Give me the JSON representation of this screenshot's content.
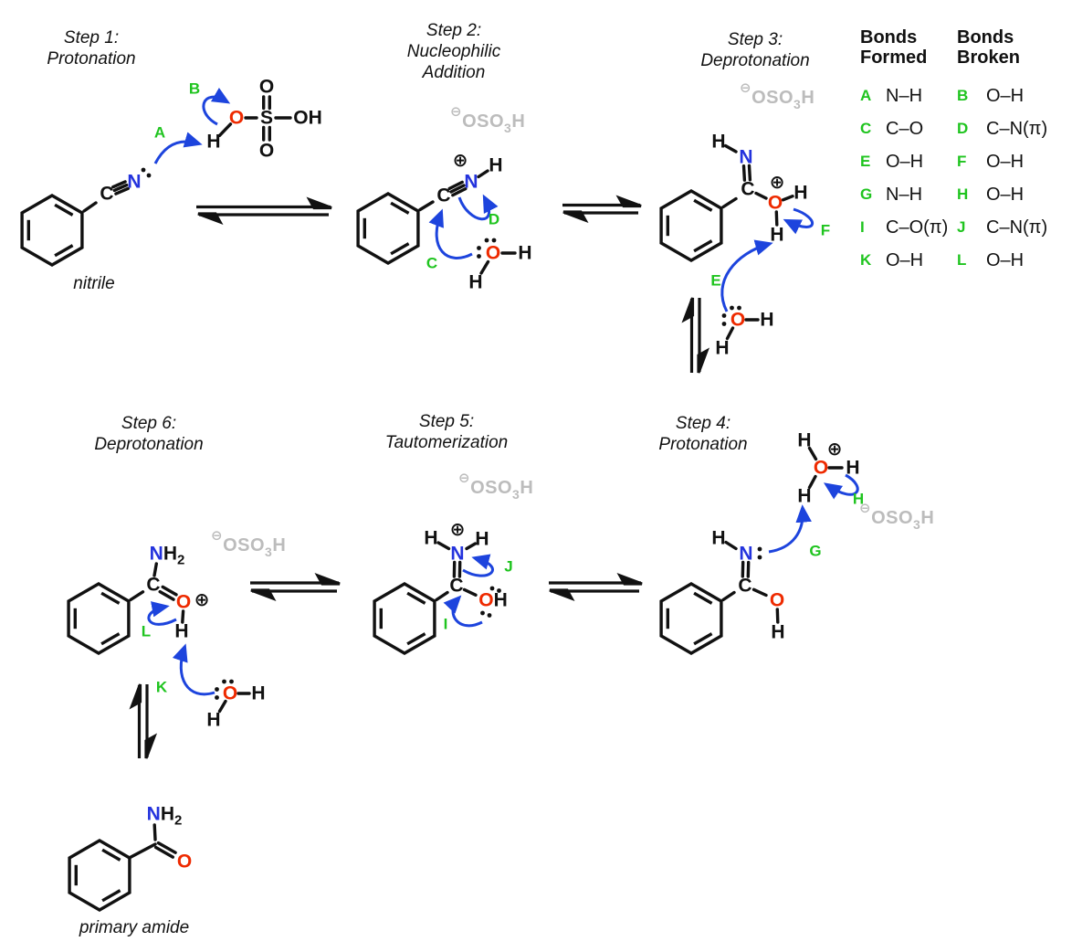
{
  "palette": {
    "black": "#111111",
    "arrow_blue": "#1d44dd",
    "nitrogen_blue": "#2433dd",
    "oxygen_red": "#ee2a00",
    "label_green": "#1fc41f",
    "counterion_gray": "#bcbcbc"
  },
  "steps": [
    {
      "lines": [
        "Step 1:",
        "Protonation"
      ]
    },
    {
      "lines": [
        "Step 2:",
        "Nucleophilic",
        "Addition"
      ]
    },
    {
      "lines": [
        "Step 3:",
        "Deprotonation"
      ]
    },
    {
      "lines": [
        "Step 4:",
        "Protonation"
      ]
    },
    {
      "lines": [
        "Step 5:",
        "Tautomerization"
      ]
    },
    {
      "lines": [
        "Step 6:",
        "Deprotonation"
      ]
    }
  ],
  "captions": {
    "nitrile": "nitrile",
    "primary_amide": "primary amide"
  },
  "atoms": {
    "C": "C",
    "N": "N",
    "O": "O",
    "S": "S",
    "H": "H",
    "OH": "OH",
    "sub2": "2"
  },
  "charges": {
    "plus": "⊕",
    "minus": "⊖"
  },
  "counterion": {
    "charge": "⊖",
    "part1": "OSO",
    "sub": "3",
    "part2": "H"
  },
  "arrow_labels": {
    "A": "A",
    "B": "B",
    "C": "C",
    "D": "D",
    "E": "E",
    "F": "F",
    "G": "G",
    "H": "H",
    "I": "I",
    "J": "J",
    "K": "K",
    "L": "L"
  },
  "table": {
    "headers": {
      "formed": [
        "Bonds",
        "Formed"
      ],
      "broken": [
        "Bonds",
        "Broken"
      ]
    },
    "rows": [
      {
        "formed_label": "A",
        "formed_bond": "N–H",
        "broken_label": "B",
        "broken_bond": "O–H"
      },
      {
        "formed_label": "C",
        "formed_bond": "C–O",
        "broken_label": "D",
        "broken_bond": "C–N(π)"
      },
      {
        "formed_label": "E",
        "formed_bond": "O–H",
        "broken_label": "F",
        "broken_bond": "O–H"
      },
      {
        "formed_label": "G",
        "formed_bond": "N–H",
        "broken_label": "H",
        "broken_bond": "O–H"
      },
      {
        "formed_label": "I",
        "formed_bond": "C–O(π)",
        "broken_label": "J",
        "broken_bond": "C–N(π)"
      },
      {
        "formed_label": "K",
        "formed_bond": "O–H",
        "broken_label": "L",
        "broken_bond": "O–H"
      }
    ]
  }
}
